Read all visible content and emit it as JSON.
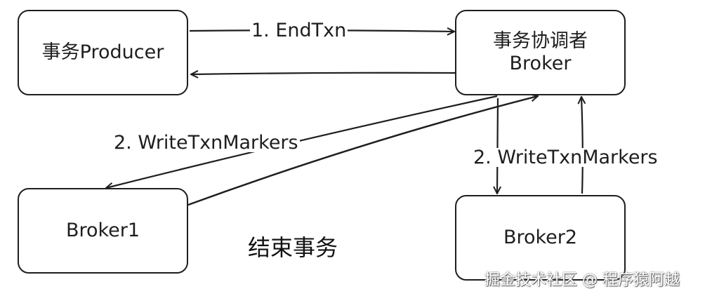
{
  "diagram": {
    "nodes": {
      "producer": {
        "label": "事务Producer"
      },
      "coordinator": {
        "line1": "事务协调者",
        "line2": "Broker"
      },
      "broker1": {
        "label": "Broker1"
      },
      "broker2": {
        "label": "Broker2"
      }
    },
    "edges": {
      "end_txn": {
        "label": "1. EndTxn",
        "from": "producer",
        "to": "coordinator"
      },
      "end_txn_response": {
        "from": "coordinator",
        "to": "producer"
      },
      "write_markers_left": {
        "label": "2. WriteTxnMarkers",
        "from": "coordinator",
        "to": "broker1"
      },
      "broker1_response": {
        "from": "broker1",
        "to": "coordinator"
      },
      "write_markers_right": {
        "label": "2. WriteTxnMarkers",
        "from": "coordinator",
        "to": "broker2"
      },
      "broker2_response": {
        "from": "broker2",
        "to": "coordinator"
      }
    },
    "caption": "结束事务",
    "watermark": "掘金技术社区 @ 程序猿阿越",
    "stroke_color": "#1e1e1e"
  }
}
